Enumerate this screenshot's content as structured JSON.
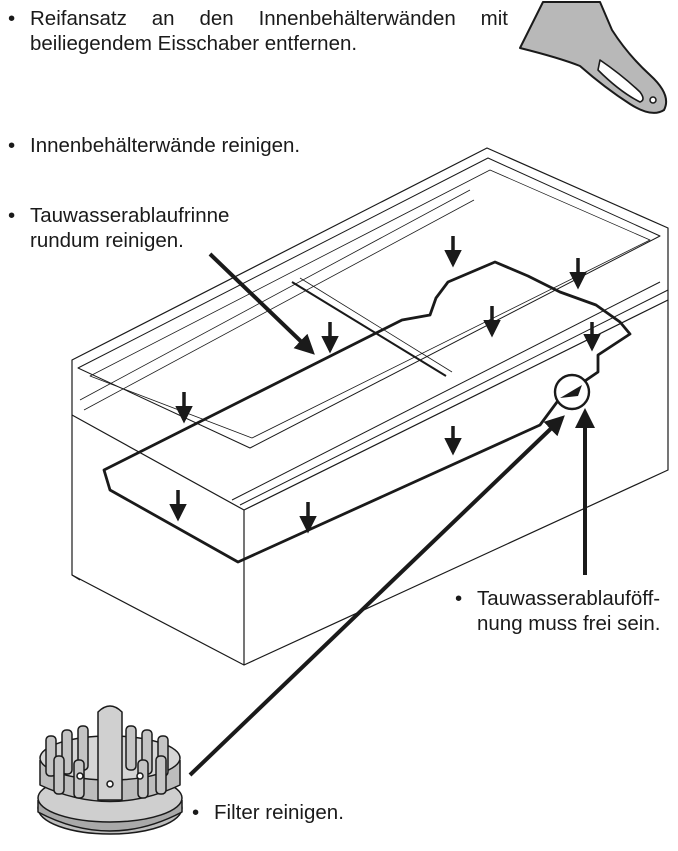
{
  "instructions": {
    "frost": {
      "bullet": "•",
      "line1": "Reifansatz an den Innenbehälterwänden mit",
      "line2": "beiliegendem Eisschaber entfernen."
    },
    "walls": {
      "bullet": "•",
      "text": "Innenbehälterwände reinigen."
    },
    "channel": {
      "bullet": "•",
      "line1": "Tauwasserablaufrinne",
      "line2": "rundum reinigen."
    },
    "drain": {
      "bullet": "•",
      "line1": "Tauwasserablauföff-",
      "line2": "nung muss frei sein."
    },
    "filter": {
      "bullet": "•",
      "text": "Filter reinigen."
    }
  },
  "illustrations": {
    "scraper_icon": "ice-scraper-icon",
    "freezer_icon": "chest-freezer-icon",
    "filter_icon": "drain-filter-icon"
  },
  "colors": {
    "line": "#1a1a1a",
    "scraper_fill": "#b8b8b8",
    "filter_fill": "#bdbdbd"
  }
}
